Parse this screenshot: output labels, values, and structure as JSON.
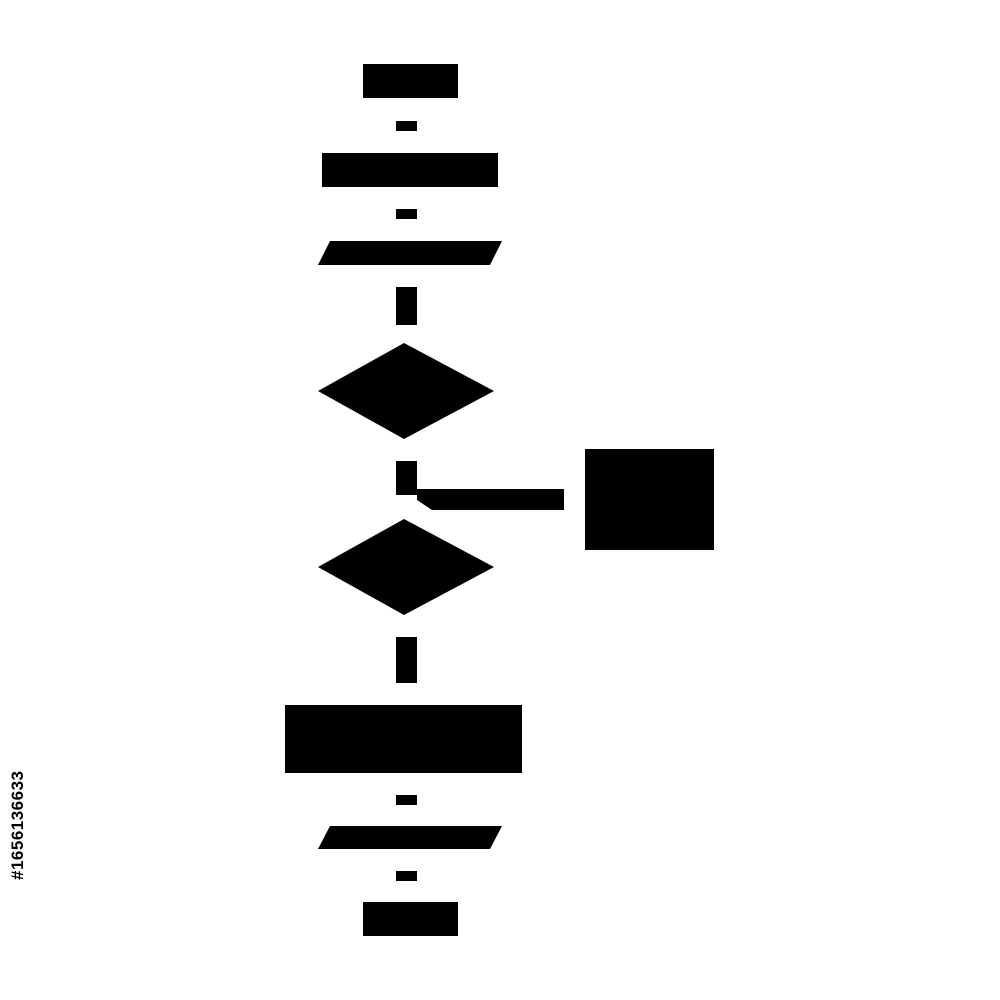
{
  "diagram": {
    "type": "flowchart-icon",
    "fill_color": "#000000",
    "background_color": "#ffffff",
    "shapes": [
      "terminator",
      "process",
      "input-output",
      "decision",
      "decision",
      "side-process",
      "process",
      "input-output",
      "terminator"
    ]
  },
  "watermark": {
    "stock_id": "#165613663​3"
  }
}
